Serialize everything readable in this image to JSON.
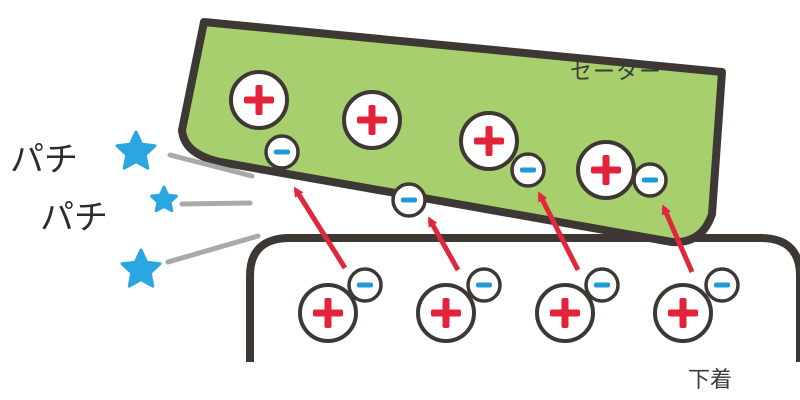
{
  "labels": {
    "sweater": "セーター",
    "undershirt": "下着",
    "spark_1": "パチ",
    "spark_2": "パチ"
  },
  "symbols": {
    "plus": "+",
    "minus": "−"
  },
  "colors": {
    "sweater_fill": "#a8cf6e",
    "outline": "#3d3833",
    "plus_sign": "#e3233a",
    "minus_sign": "#1e9bd7",
    "arrow": "#e0283c",
    "star": "#2aa6e0",
    "spark_line": "#a9a9a9"
  },
  "icons": [
    "star-icon",
    "positive-charge-icon",
    "negative-charge-icon",
    "arrow-icon"
  ]
}
